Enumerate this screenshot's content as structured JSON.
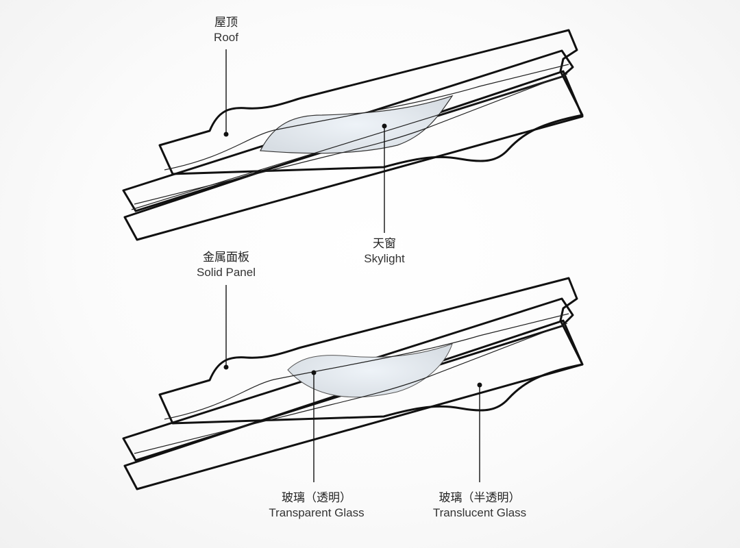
{
  "labels": {
    "roof": {
      "zh": "屋顶",
      "en": "Roof"
    },
    "skylight": {
      "zh": "天窗",
      "en": "Skylight"
    },
    "solid_panel": {
      "zh": "金属面板",
      "en": "Solid Panel"
    },
    "transparent_glass": {
      "zh": "玻璃（透明）",
      "en": "Transparent Glass"
    },
    "translucent_glass": {
      "zh": "玻璃（半透明）",
      "en": "Translucent Glass"
    }
  }
}
